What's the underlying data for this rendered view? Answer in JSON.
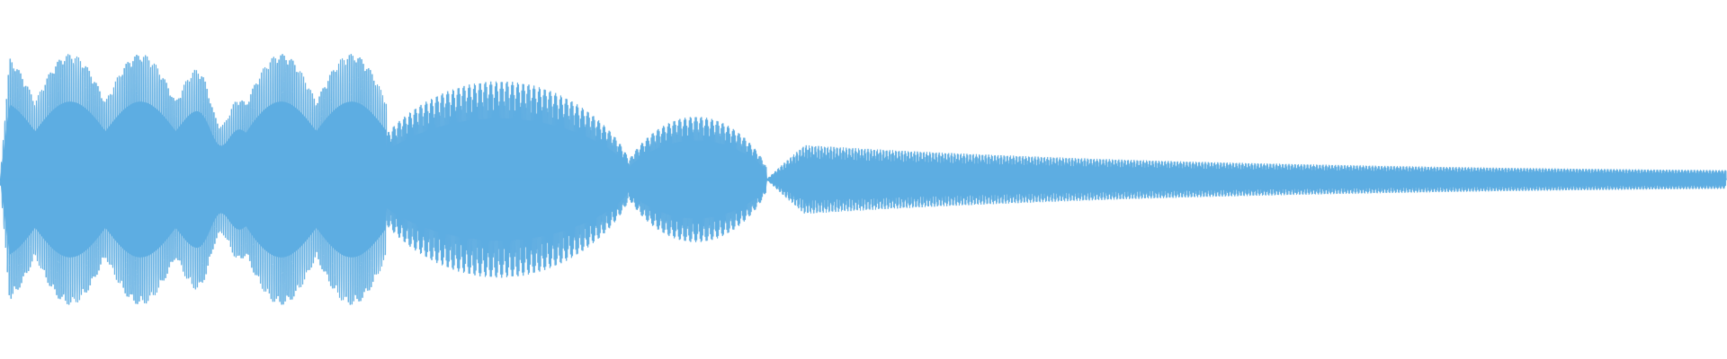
{
  "waveform": {
    "color": "#5DADE2",
    "background": "#FFFFFF",
    "description_free": true,
    "segments": [
      {
        "id": "segment-1",
        "start": 0.0,
        "end": 0.224,
        "carrier_cycles": 55,
        "envelope": "beating-high"
      },
      {
        "id": "segment-2",
        "start": 0.224,
        "end": 0.364,
        "carrier_cycles": 70,
        "envelope": "bulge"
      },
      {
        "id": "segment-3",
        "start": 0.364,
        "end": 0.444,
        "carrier_cycles": 40,
        "envelope": "bulge-small"
      },
      {
        "id": "segment-4",
        "start": 0.444,
        "end": 1.0,
        "carrier_cycles": 330,
        "envelope": "decay"
      }
    ],
    "peak_level": 0.92,
    "tail_level": 0.04
  }
}
